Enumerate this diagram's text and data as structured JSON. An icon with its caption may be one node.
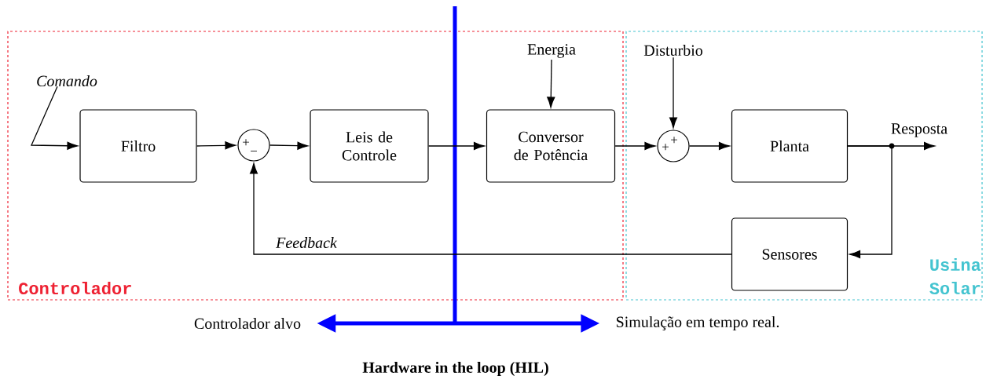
{
  "diagram": {
    "caption": "Hardware in the loop (HIL)",
    "nodes": [
      {
        "text": [
          "Controlador"
        ]
      },
      {
        "text": [
          "Usina Solar"
        ]
      },
      {
        "text": [
          "Comando"
        ],
        "in": 0
      },
      {
        "text": [
          "Filtro"
        ],
        "in": 0
      },
      {
        "text": [
          "+",
          "−"
        ],
        "in": 0
      },
      {
        "text": [
          "Leis de Controle"
        ],
        "in": 0
      },
      {
        "text": [
          "Conversor de Potência"
        ],
        "in": 0
      },
      {
        "text": [
          "Energia"
        ],
        "in": 0
      },
      {
        "text": [
          "Disturbio"
        ],
        "in": 1
      },
      {
        "text": [
          "+",
          "+"
        ],
        "in": 1
      },
      {
        "text": [
          "Planta"
        ],
        "in": 1
      },
      {
        "text": [
          "Sensores"
        ],
        "in": 1
      },
      {
        "text": [
          "Controlador alvo"
        ]
      },
      {
        "text": [
          "Simulação em tempo real."
        ]
      }
    ],
    "edges": [
      {
        "from": 2,
        "to": 3,
        "arrow": "to"
      },
      {
        "from": 3,
        "to": 4,
        "arrow": "to"
      },
      {
        "from": 4,
        "to": 5,
        "arrow": "to"
      },
      {
        "from": 5,
        "to": 6,
        "arrow": "to"
      },
      {
        "from": 7,
        "to": 6,
        "arrow": "to"
      },
      {
        "from": 6,
        "to": 9,
        "arrow": "to"
      },
      {
        "from": 8,
        "to": 9,
        "arrow": "to"
      },
      {
        "from": 9,
        "to": 10,
        "arrow": "to"
      },
      {
        "from": 10,
        "to": null,
        "arrow": "to",
        "label": "Resposta"
      },
      {
        "from": 10,
        "to": 11,
        "arrow": "to"
      },
      {
        "from": 11,
        "to": 4,
        "arrow": "to",
        "label": "Feedback"
      },
      {
        "from": 12,
        "to": 13,
        "arrow": "both",
        "style": "thick",
        "color": "#0000ff"
      }
    ]
  }
}
